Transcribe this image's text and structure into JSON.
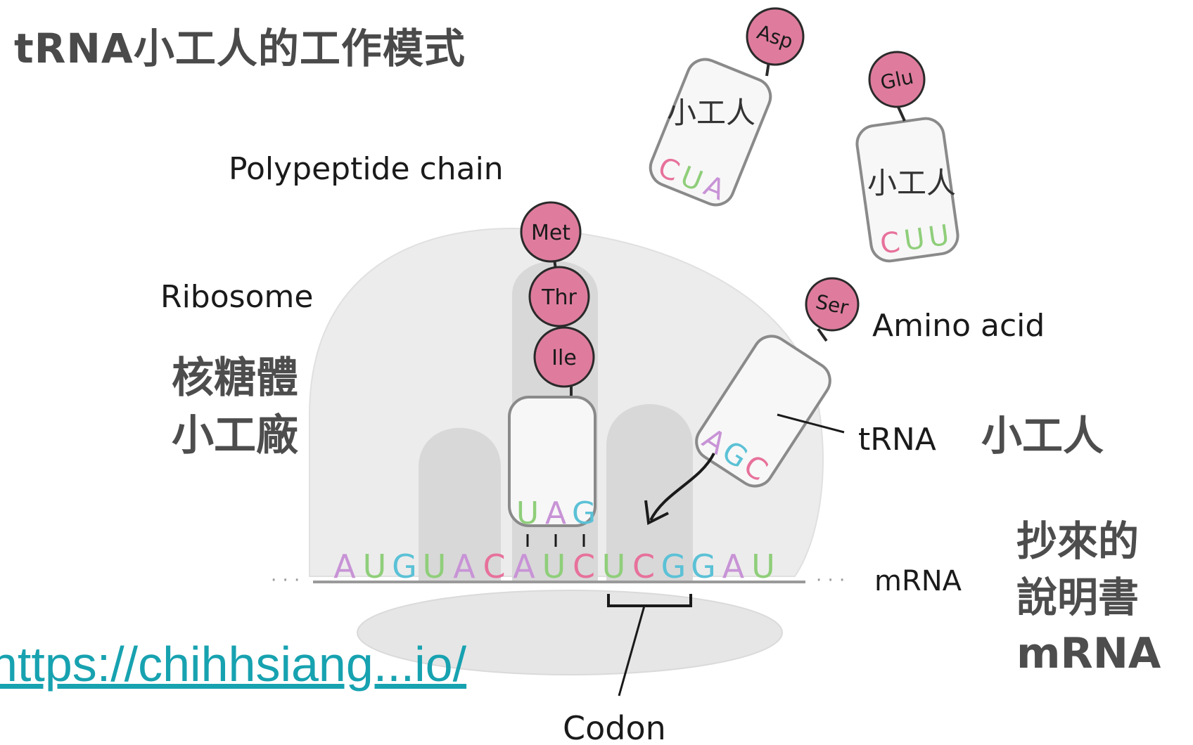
{
  "title": "tRNA小工人的工作模式",
  "labels": {
    "polypeptide_chain": "Polypeptide chain",
    "ribosome": "Ribosome",
    "ribosome_cn_line1": "核糖體",
    "ribosome_cn_line2": "小工廠",
    "amino_acid": "Amino acid",
    "trna": "tRNA",
    "trna_cn": "小工人",
    "mrna": "mRNA",
    "mrna_cn_line1": "抄來的",
    "mrna_cn_line2": "說明書",
    "mrna_cn_line3": "mRNA",
    "codon": "Codon"
  },
  "free_trnas": [
    {
      "amino_acid": "Asp",
      "worker_label": "小工人",
      "anticodon": [
        "C",
        "U",
        "A"
      ]
    },
    {
      "amino_acid": "Glu",
      "worker_label": "小工人",
      "anticodon": [
        "C",
        "U",
        "U"
      ]
    }
  ],
  "incoming_trna": {
    "amino_acid": "Ser",
    "anticodon": [
      "A",
      "G",
      "C"
    ]
  },
  "bound_trna": {
    "anticodon": [
      "U",
      "A",
      "G"
    ]
  },
  "polypeptide": [
    "Met",
    "Thr",
    "Ile"
  ],
  "mrna_sequence": [
    "A",
    "U",
    "G",
    "U",
    "A",
    "C",
    "A",
    "U",
    "C",
    "U",
    "C",
    "G",
    "G",
    "A",
    "U"
  ],
  "colors": {
    "A": "#c893d6",
    "U": "#8fce7a",
    "G": "#5bc1d6",
    "C": "#e7719b",
    "amino_fill": "#df7c9d",
    "ribosome": "#ececec",
    "link": "#17a2b0"
  },
  "overlay_link": "https://chihhsiang...io/"
}
